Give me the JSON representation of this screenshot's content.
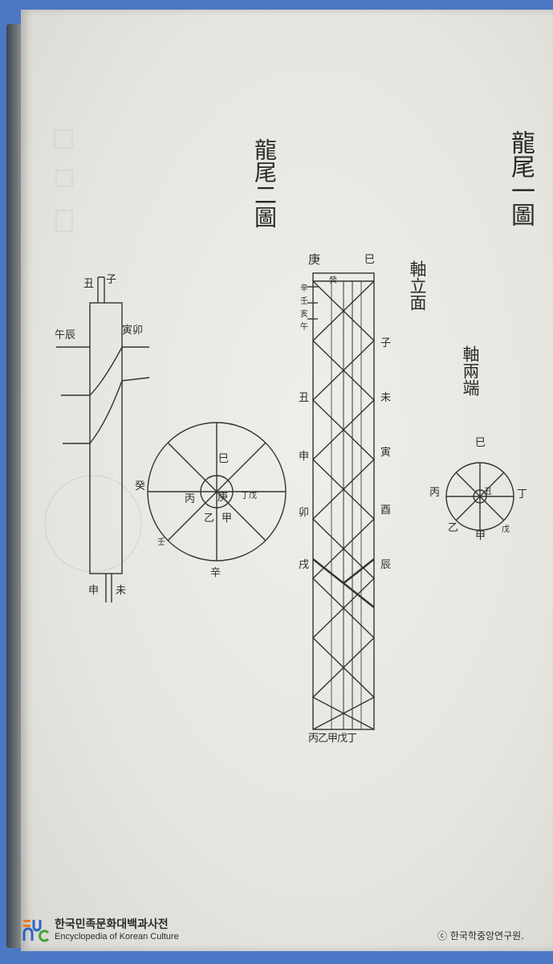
{
  "titles": {
    "dragon_tail_one": "龍尾一圖",
    "dragon_tail_two": "龍尾二圖",
    "axle_face": "軸立面",
    "axle_both_ends": "軸兩端"
  },
  "fig_two_rod": {
    "top_left": "丑",
    "top_right": "子",
    "left_upper": "午辰",
    "right_upper": "寅卯",
    "bottom_left": "申",
    "bottom_right": "未"
  },
  "fig_two_disc": {
    "top": "巳",
    "left_outer": "癸",
    "center_left": "丙",
    "center": "庚",
    "center_right": "丁戊",
    "lower_left": "乙",
    "lower_right": "甲",
    "outer_lower_left": "壬",
    "bottom": "辛"
  },
  "fig_one_frame": {
    "top_left": "庚",
    "top_right": "巳",
    "top_inner": "癸",
    "left_column": [
      "辛",
      "壬",
      "亥",
      "午",
      "丑",
      "申",
      "卯",
      "戌"
    ],
    "right_column": [
      "子",
      "未",
      "寅",
      "酉",
      "辰"
    ],
    "bottom": "丙乙甲戊丁"
  },
  "axle_end_disc": {
    "top": "巳",
    "left": "丙",
    "center": "丑",
    "right": "丁",
    "lower_left": "乙",
    "lower_mid": "甲",
    "lower_right": "戊"
  },
  "footer": {
    "korean": "한국민족문화대백과사전",
    "english": "Encyclopedia of Korean Culture",
    "credit": "ⓒ 한국학중앙연구원."
  },
  "colors": {
    "background": "#4a78c4",
    "paper": "#e9e8e2",
    "ink": "#2b2b2b",
    "logo_orange": "#f07a1a",
    "logo_blue": "#2b64c9",
    "logo_green": "#3fa23b"
  }
}
